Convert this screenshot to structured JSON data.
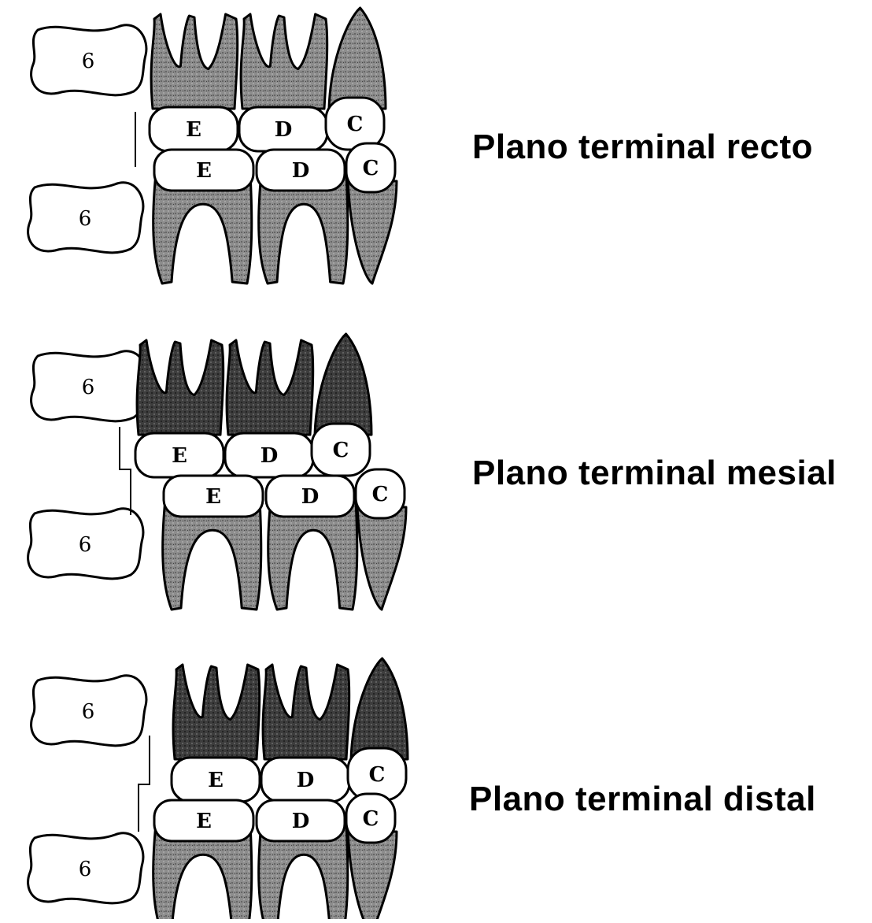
{
  "figures": [
    {
      "id": "recto",
      "label": "Plano terminal recto",
      "upper_molar": "6",
      "lower_molar": "6",
      "upper_teeth": [
        "E",
        "D",
        "C"
      ],
      "lower_teeth": [
        "E",
        "D",
        "C"
      ]
    },
    {
      "id": "mesial",
      "label": "Plano terminal mesial",
      "upper_molar": "6",
      "lower_molar": "6",
      "upper_teeth": [
        "E",
        "D",
        "C"
      ],
      "lower_teeth": [
        "E",
        "D",
        "C"
      ]
    },
    {
      "id": "distal",
      "label": "Plano terminal distal",
      "upper_molar": "6",
      "lower_molar": "6",
      "upper_teeth": [
        "E",
        "D",
        "C"
      ],
      "lower_teeth": [
        "E",
        "D",
        "C"
      ]
    }
  ],
  "colors": {
    "outline": "#000000",
    "root_fill": "#7a7a7a",
    "root_fill_dark": "#3a3a3a",
    "crown_fill": "#ffffff"
  }
}
